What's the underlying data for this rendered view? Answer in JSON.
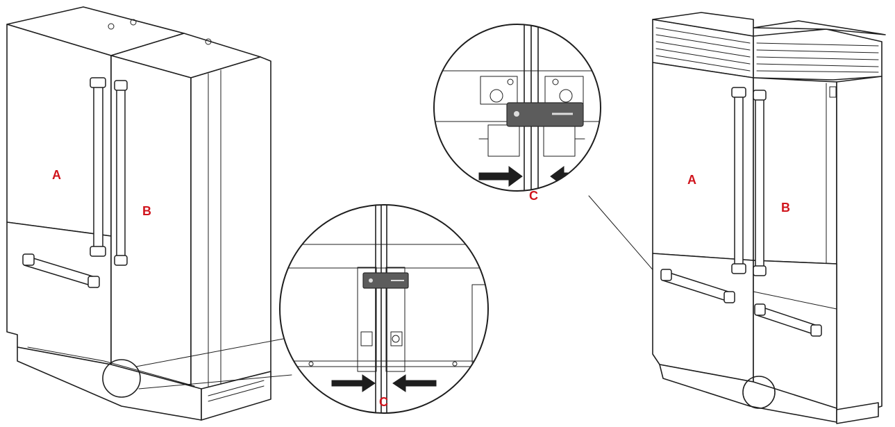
{
  "labels": {
    "left_a": "A",
    "left_b": "B",
    "left_c": "C",
    "right_a": "A",
    "right_b": "B",
    "right_c": "C"
  },
  "colors": {
    "label": "#d0141c",
    "line": "#1e1e1e",
    "bracket": "#5c5c5c",
    "background": "#ffffff"
  }
}
